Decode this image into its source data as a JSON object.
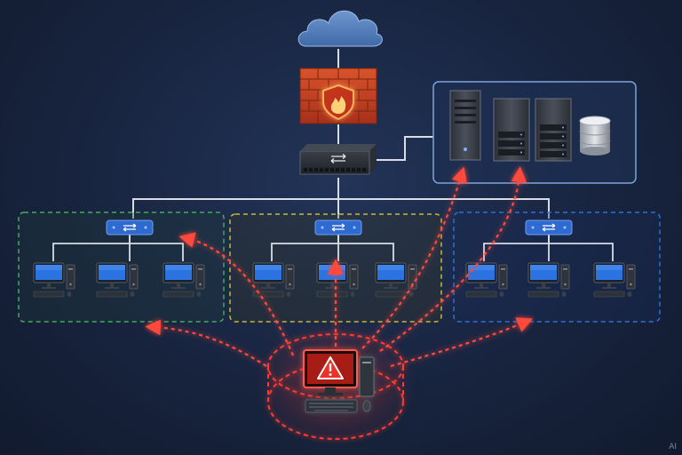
{
  "diagram": {
    "nodes": [
      {
        "id": "cloud",
        "kind": "internet-cloud"
      },
      {
        "id": "firewall",
        "kind": "firewall",
        "icon": "flame-shield-icon"
      },
      {
        "id": "core-switch",
        "kind": "network-switch"
      },
      {
        "id": "server-rack",
        "kind": "server-group",
        "members": [
          "tower-server",
          "rack-server",
          "rack-server",
          "database"
        ]
      },
      {
        "id": "segment-left",
        "kind": "network-segment",
        "color": "#3fae5a",
        "workstations": 3
      },
      {
        "id": "segment-center",
        "kind": "network-segment",
        "color": "#c9b83a",
        "workstations": 3
      },
      {
        "id": "segment-right",
        "kind": "network-segment",
        "color": "#2f6fd6",
        "workstations": 3
      },
      {
        "id": "infected-host",
        "kind": "compromised-workstation",
        "icon": "warning-icon",
        "color": "#e03a2e"
      }
    ],
    "links": [
      [
        "cloud",
        "firewall"
      ],
      [
        "firewall",
        "core-switch"
      ],
      [
        "core-switch",
        "server-rack"
      ],
      [
        "core-switch",
        "segment-left"
      ],
      [
        "core-switch",
        "segment-center"
      ],
      [
        "core-switch",
        "segment-right"
      ]
    ],
    "attack_paths": {
      "color": "#ff3b30",
      "targets": [
        "segment-left",
        "segment-left",
        "segment-center",
        "server-rack",
        "server-rack",
        "segment-right"
      ]
    }
  },
  "watermark": "AI"
}
